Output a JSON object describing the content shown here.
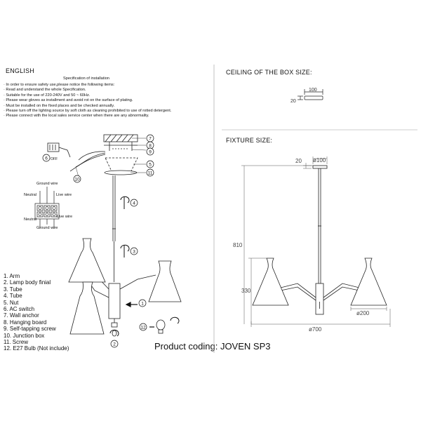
{
  "english": {
    "heading": "ENGLISH",
    "spec_title": "Specification of installation",
    "instructions": [
      "· In order to ensure safety use,please notice the following items:",
      "· Read and understand the whole Specification.",
      "· Suitable for the use of 220-240V and 50 ~ 60Hz.",
      "· Please wear gloves as installment and avoid rot on the surface of plating.",
      "· Must be installed on the fixed places and be checked annually.",
      "· Please turn off the lighting source by soft cloth as cleaning prohibited to use of rotted detergent.",
      "· Please connect with the local sales service center when there are any abnormality."
    ]
  },
  "box": {
    "heading": "CEILING OF THE BOX SIZE:",
    "width": "100",
    "height": "20"
  },
  "fixture": {
    "heading": "FIXTURE SIZE:",
    "dims": {
      "canopy_h": "20",
      "canopy_d": "ø100",
      "total_h": "810",
      "shade_h": "330",
      "shade_d": "ø200",
      "span": "ø700"
    }
  },
  "wiring": {
    "ground_top": "Ground wire",
    "neutral_top": "Neutral",
    "live_top": "Live wire",
    "neutral_bottom": "Neutral",
    "live_bottom": "Live wire",
    "ground_bottom": "Ground wire",
    "switch_label": "OFF"
  },
  "callouts": {
    "c1": "1",
    "c2": "2",
    "c3": "3",
    "c4": "4",
    "c5": "5",
    "c6": "6",
    "c7": "7",
    "c8": "8",
    "c9": "9",
    "c10": "10",
    "c11": "11",
    "c12": "12"
  },
  "parts": [
    "1. Arm",
    "2. Lamp body finial",
    "3. Tube",
    "4. Tube",
    "5. Nut",
    "6. AC switch",
    "7. Wall anchor",
    "8. Hanging board",
    "9. Self-tapping screw",
    "10. Junction box",
    "11. Screw",
    "12. E27 Bulb"
  ],
  "bulb_note": "(Not include)",
  "product_coding": "Product coding: JOVEN SP3"
}
